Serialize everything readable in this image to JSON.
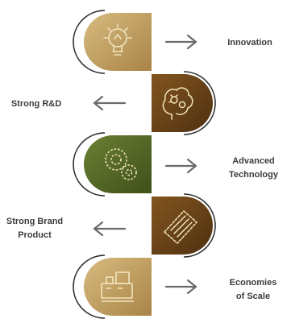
{
  "colors": {
    "tan": "#c9a86a",
    "tan_dark": "#a98447",
    "brown": "#6e4518",
    "brown_dark": "#4f3010",
    "green": "#5a6e2c",
    "green_dark": "#3f5019",
    "arrow": "#6b6b6b",
    "bracket": "#2f2f2f",
    "icon_line": "#f1e4bd",
    "text": "#3c3c3c"
  },
  "steps": [
    {
      "icon": "lightbulb-icon",
      "color": "tan",
      "arrow": "right",
      "label_lines": [
        "Innovation"
      ]
    },
    {
      "icon": "brain-gears-icon",
      "color": "brown",
      "arrow": "left",
      "label_lines": [
        "Strong R&D"
      ]
    },
    {
      "icon": "gear-icon",
      "color": "green",
      "arrow": "right",
      "label_lines": [
        "Advanced",
        "Technology"
      ]
    },
    {
      "icon": "tag-icon",
      "color": "brown",
      "arrow": "left",
      "label_lines": [
        "Strong Brand",
        "Product"
      ]
    },
    {
      "icon": "factory-icon",
      "color": "tan",
      "arrow": "right",
      "label_lines": [
        "Economies",
        "of Scale"
      ]
    }
  ]
}
